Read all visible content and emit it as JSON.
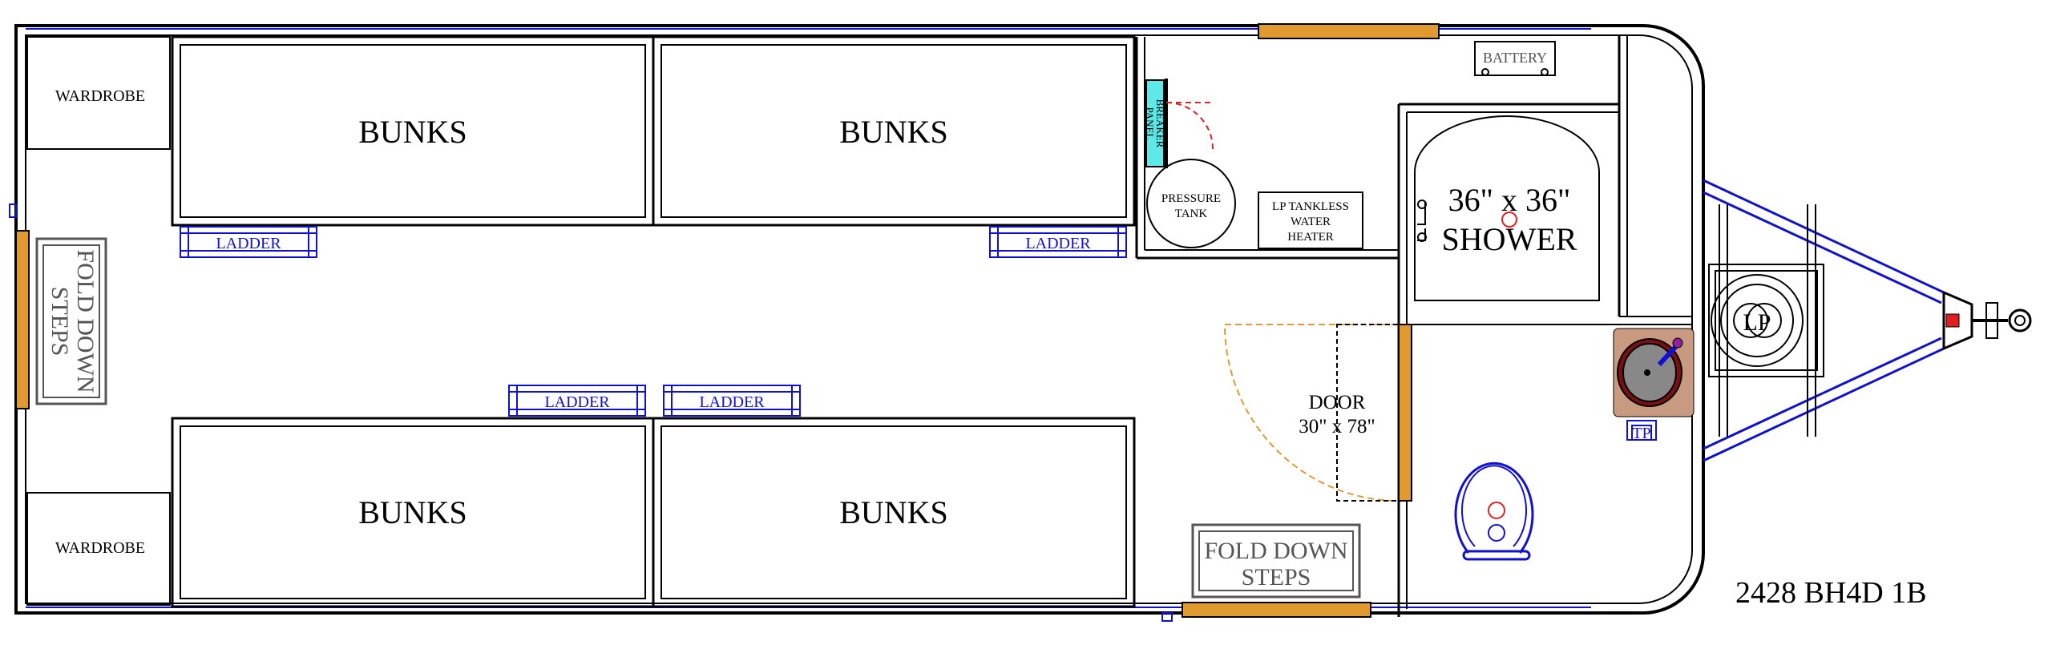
{
  "rooms": {
    "wardrobe_top": "WARDROBE",
    "wardrobe_bottom": "WARDROBE",
    "bunks_top_left": "BUNKS",
    "bunks_top_right": "BUNKS",
    "bunks_bottom_left": "BUNKS",
    "bunks_bottom_right": "BUNKS"
  },
  "ladders": {
    "top_left": "LADDER",
    "top_right": "LADDER",
    "mid_left": "LADDER",
    "mid_right": "LADDER"
  },
  "steps": {
    "rear": {
      "line1": "FOLD DOWN",
      "line2": "STEPS"
    },
    "side": {
      "line1": "FOLD DOWN",
      "line2": "STEPS"
    }
  },
  "utility": {
    "breaker_panel": {
      "line1": "BREAKER",
      "line2": "PANEL"
    },
    "pressure_tank": {
      "line1": "PRESSURE",
      "line2": "TANK"
    },
    "water_heater": {
      "line1": "LP TANKLESS",
      "line2": "WATER",
      "line3": "HEATER"
    },
    "battery": "BATTERY",
    "lp": "LP",
    "tp": "TP"
  },
  "bath": {
    "shower_size": "36\" x 36\"",
    "shower_label": "SHOWER"
  },
  "door": {
    "label": "DOOR",
    "size": "30\" x 78\""
  },
  "model": "2428 BH4D 1B",
  "colors": {
    "wall": "#000000",
    "blue_outline": "#1010d0",
    "door_orange": "#e09a30",
    "breaker_cyan": "#5fe8e8",
    "sink_brown": "#c89a80",
    "fixture_red": "#e02020"
  }
}
